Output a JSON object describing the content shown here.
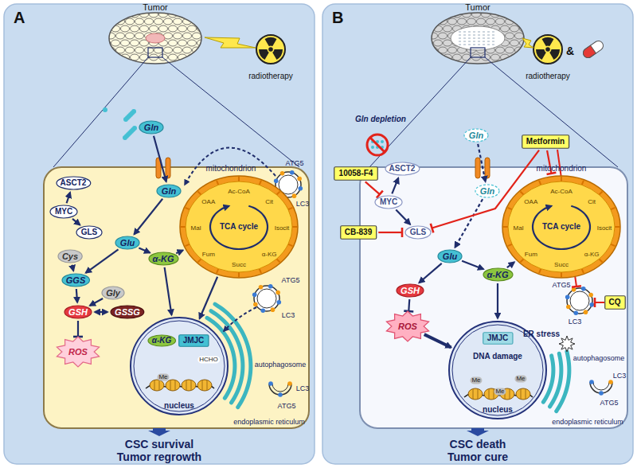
{
  "diagram": {
    "nodes": [
      {
        "text": [
          "A"
        ]
      },
      {
        "text": [
          "B"
        ]
      },
      {
        "text": [
          "Gln"
        ],
        "in": 0
      },
      {
        "text": [
          "ASCT2"
        ],
        "in": 0
      },
      {
        "text": [
          "MYC"
        ],
        "in": 0
      },
      {
        "text": [
          "GLS"
        ],
        "in": 0
      },
      {
        "text": [
          "Gln"
        ],
        "in": 0
      },
      {
        "text": [
          "Glu"
        ],
        "in": 0
      },
      {
        "text": [
          "Cys"
        ],
        "in": 0
      },
      {
        "text": [
          "GGS"
        ],
        "in": 0
      },
      {
        "text": [
          "Gly"
        ],
        "in": 0
      },
      {
        "text": [
          "GSH"
        ],
        "in": 0
      },
      {
        "text": [
          "GSSG"
        ],
        "in": 0
      },
      {
        "text": [
          "ROS"
        ],
        "in": 0
      },
      {
        "text": [
          "α-KG"
        ],
        "in": 0
      },
      {
        "text": [
          "TCA cycle"
        ],
        "in": 0
      },
      {
        "text": [
          "nucleus"
        ],
        "in": 0
      },
      {
        "text": [
          "α-KG"
        ],
        "in": 16
      },
      {
        "text": [
          "JMJC"
        ],
        "in": 16
      },
      {
        "text": [
          "Gln"
        ],
        "in": 1
      },
      {
        "text": [
          "Metformin"
        ],
        "in": 1
      },
      {
        "text": [
          "10058-F4"
        ],
        "in": 1
      },
      {
        "text": [
          "ASCT2"
        ],
        "in": 1
      },
      {
        "text": [
          "MYC"
        ],
        "in": 1
      },
      {
        "text": [
          "CB-839"
        ],
        "in": 1
      },
      {
        "text": [
          "GLS"
        ],
        "in": 1
      },
      {
        "text": [
          "Gln"
        ],
        "in": 1
      },
      {
        "text": [
          "Glu"
        ],
        "in": 1
      },
      {
        "text": [
          "α-KG"
        ],
        "in": 1
      },
      {
        "text": [
          "GSH"
        ],
        "in": 1
      },
      {
        "text": [
          "ROS"
        ],
        "in": 1
      },
      {
        "text": [
          "TCA cycle"
        ],
        "in": 1
      },
      {
        "text": [
          "CQ"
        ],
        "in": 1
      },
      {
        "text": [
          "nucleus"
        ],
        "in": 1
      },
      {
        "text": [
          "JMJC"
        ],
        "in": 33
      }
    ],
    "edges": [
      {
        "from": 2,
        "to": 6,
        "arrow": "to"
      },
      {
        "from": 4,
        "to": 3,
        "arrow": "to"
      },
      {
        "from": 4,
        "to": 5,
        "arrow": "to"
      },
      {
        "from": 6,
        "to": 7,
        "arrow": "to"
      },
      {
        "from": 7,
        "to": 9,
        "arrow": "to"
      },
      {
        "from": 8,
        "to": 9,
        "arrow": "to"
      },
      {
        "from": 9,
        "to": 11,
        "arrow": "to"
      },
      {
        "from": 10,
        "to": 11,
        "arrow": "to"
      },
      {
        "from": 11,
        "to": 12,
        "arrow": "both"
      },
      {
        "from": 11,
        "to": 13,
        "arrow": "to"
      },
      {
        "from": 7,
        "to": 14,
        "arrow": "to"
      },
      {
        "from": 14,
        "to": 15,
        "arrow": "to"
      },
      {
        "from": 14,
        "to": 16,
        "arrow": "to"
      },
      {
        "from": 15,
        "to": 16,
        "arrow": "to"
      },
      {
        "from": 19,
        "to": 26,
        "arrow": "to"
      },
      {
        "from": 23,
        "to": 22,
        "arrow": "to"
      },
      {
        "from": 23,
        "to": 25,
        "arrow": "to"
      },
      {
        "from": 21,
        "to": 23,
        "arrow": "to"
      },
      {
        "from": 24,
        "to": 25,
        "arrow": "to"
      },
      {
        "from": 26,
        "to": 27,
        "arrow": "to"
      },
      {
        "from": 27,
        "to": 29,
        "arrow": "to"
      },
      {
        "from": 29,
        "to": 30,
        "arrow": "to"
      },
      {
        "from": 27,
        "to": 28,
        "arrow": "to"
      },
      {
        "from": 28,
        "to": 33,
        "arrow": "to"
      },
      {
        "from": 30,
        "to": 33,
        "arrow": "to"
      },
      {
        "from": 20,
        "to": 31,
        "arrow": "to"
      },
      {
        "from": 20,
        "to": 25,
        "arrow": "to"
      },
      {
        "from": 28,
        "to": 31,
        "arrow": "to"
      }
    ],
    "labels": [
      "Tumor",
      "radiotherapy",
      "mitochondrion",
      "Ac-CoA",
      "Cit",
      "Isocit",
      "α-KG",
      "Succ",
      "Fum",
      "Mal",
      "OAA",
      "ATG5",
      "LC3",
      "ATG5",
      "LC3",
      "Me",
      "HCHO",
      "autophagosome",
      "LC3",
      "ATG5",
      "endoplasmic reticulum",
      "CSC survival Tumor regrowth",
      "Tumor",
      "radiotherapy",
      "&",
      "Gln depletion",
      "mitochondrion",
      "Ac-CoA",
      "Cit",
      "Isocit",
      "α-KG",
      "Succ",
      "Fum",
      "Mal",
      "OAA",
      "ER stress",
      "DNA damage",
      "Me",
      "Me",
      "Me",
      "ATG5",
      "LC3",
      "autophagosome",
      "LC3",
      "ATG5",
      "endoplasmic reticulum",
      "CSC death Tumor cure"
    ]
  }
}
